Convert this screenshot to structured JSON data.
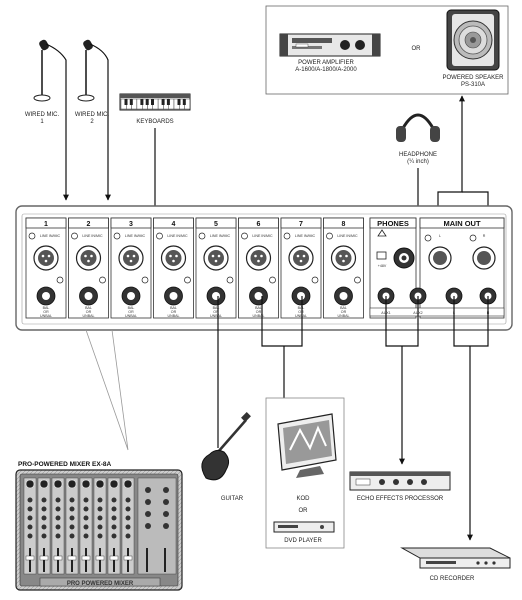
{
  "labels": {
    "power_amp": "POWER AMPLIFIER",
    "power_amp_models": "A-1600/A-1800/A-2000",
    "or_top": "OR",
    "powered_speaker": "POWERED SPEAKER",
    "powered_speaker_model": "PS-310A",
    "wired_mic_1": "WIRED MIC.",
    "wired_mic_1_num": "1",
    "wired_mic_2": "WIRED MIC.",
    "wired_mic_2_num": "2",
    "keyboards": "KEYBOARDS",
    "headphone": "HEADPHONE",
    "headphone_size": "(¼ inch)",
    "guitar": "GUITAR",
    "kod": "KOD",
    "or_mid": "OR",
    "dvd_player": "DVD PLAYER",
    "echo": "ECHO EFFECTS PROCESSOR",
    "cd_recorder": "CD RECORDER",
    "mixer_title": "PRO-POWERED MIXER EX-8A",
    "mixer_brand": "PRO POWERED MIXER"
  },
  "panel": {
    "channels": [
      "1",
      "2",
      "3",
      "4",
      "5",
      "6",
      "7",
      "8"
    ],
    "line_in": "LINE IN/MIC",
    "bal_line1": "BAL",
    "bal_line2": "OR",
    "bal_line3": "UNBAL",
    "phones": "PHONES",
    "main_out": "MAIN OUT",
    "phantom": "+48V",
    "left": "L",
    "right": "R",
    "aux1": "AUX1",
    "aux2": "AUX2",
    "out_l": "L",
    "out_r": "R"
  }
}
